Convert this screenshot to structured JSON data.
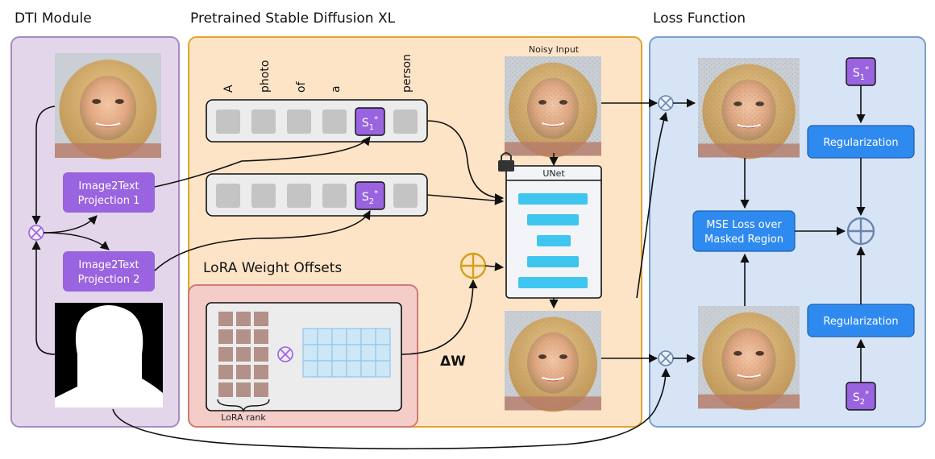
{
  "sections": {
    "dti_title": "DTI Module",
    "sd_title": "Pretrained Stable Diffusion XL",
    "loss_title": "Loss Function",
    "lora_title": "LoRA Weight Offsets"
  },
  "tokens": [
    "A",
    "photo",
    "of",
    "a",
    "person"
  ],
  "pseudo_tokens": {
    "s1_base": "S",
    "s1_sub": "1",
    "s1_sup": "*",
    "s2_base": "S",
    "s2_sub": "2",
    "s2_sup": "*"
  },
  "dti": {
    "projection_1": [
      "Image2Text",
      "Projection 1"
    ],
    "projection_2": [
      "Image2Text",
      "Projection 2"
    ]
  },
  "unet": {
    "noisy_input": "Noisy Input",
    "unet_label": "UNet"
  },
  "lora": {
    "delta_w": "ΔW",
    "rank_label": "LoRA rank"
  },
  "loss": {
    "regularization_top": "Regularization",
    "regularization_bottom": "Regularization",
    "mse": [
      "MSE Loss over",
      "Masked Region"
    ]
  },
  "colors": {
    "dti_bg": "#e3d6ea",
    "dti_border": "#a78bc0",
    "sd_bg": "#fde4c7",
    "sd_border": "#e0a530",
    "lora_bg": "#f5cdc8",
    "lora_border": "#d07a78",
    "loss_bg": "#d6e4f6",
    "loss_border": "#7a9fcc",
    "purple": "#9a63e0",
    "blue": "#2f8af0",
    "cyan": "#3fc6f0",
    "gold": "#d4a017"
  },
  "icons": [
    "face-photo",
    "mask-image",
    "noisy-face",
    "lock-icon",
    "multiply-icon",
    "plus-icon"
  ]
}
